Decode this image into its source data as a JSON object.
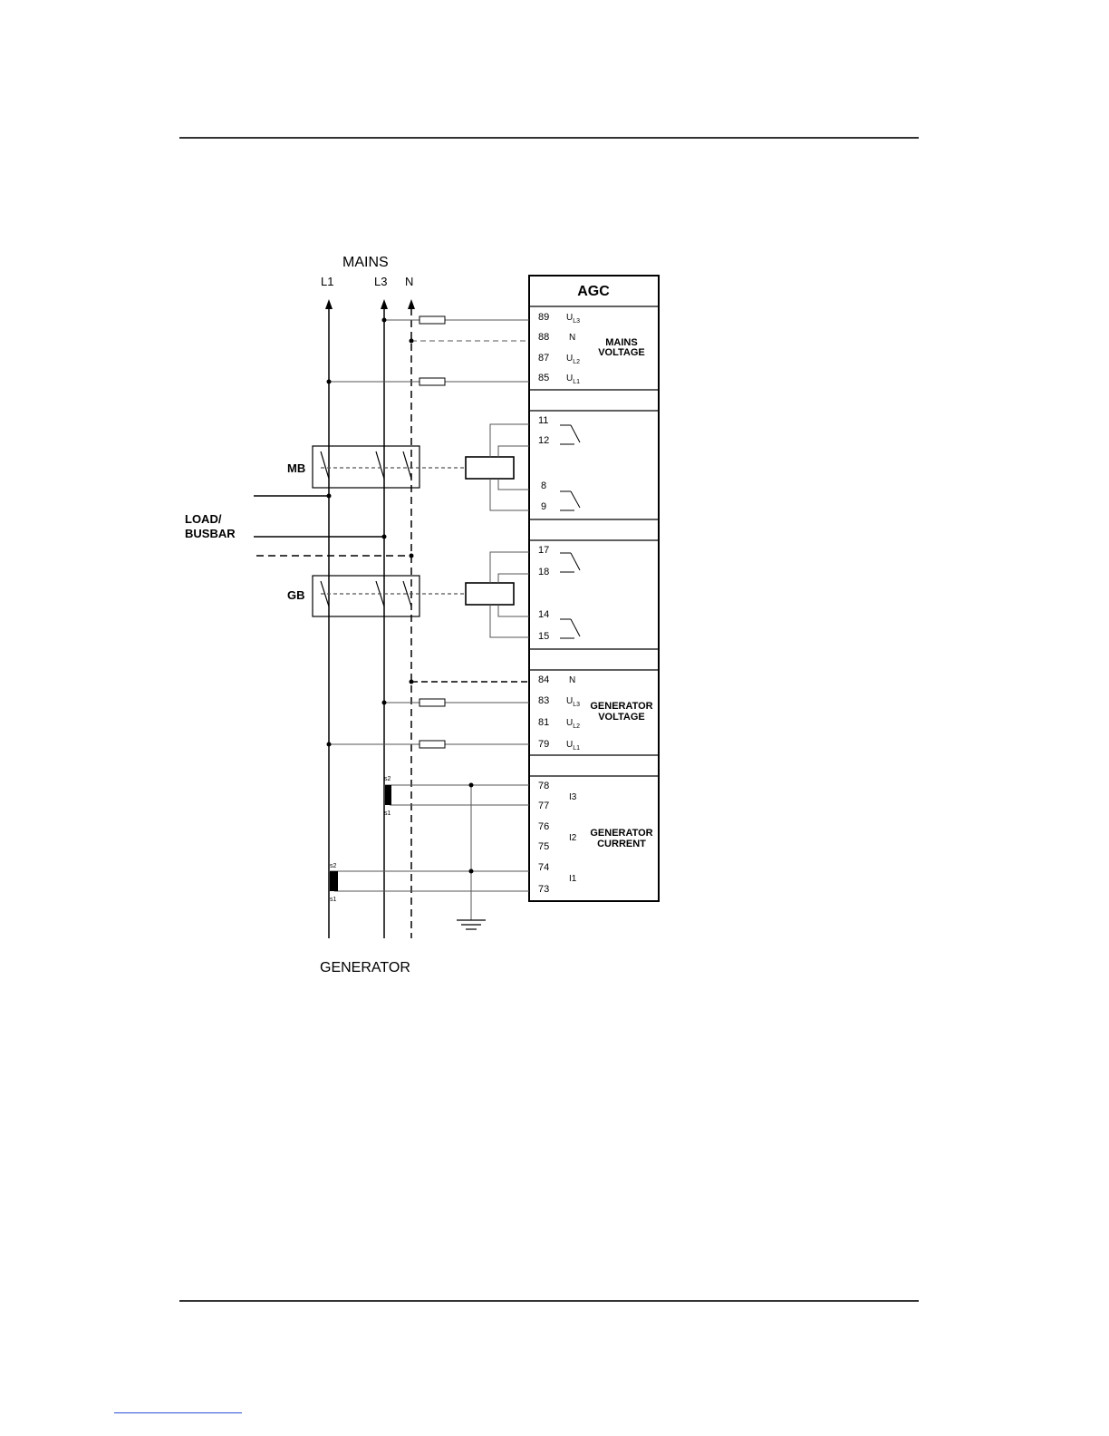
{
  "header": {},
  "diagram": {
    "mains_label": "MAINS",
    "generator_label": "GENERATOR",
    "phases": {
      "l1": "L1",
      "l3": "L3",
      "n": "N"
    },
    "load_label": [
      "LOAD/",
      "BUSBAR"
    ],
    "mb_label": "MB",
    "gb_label": "GB",
    "agc_title": "AGC",
    "mains_voltage": {
      "title": [
        "MAINS",
        "VOLTAGE"
      ],
      "terminals": [
        {
          "num": "89",
          "sig": "U",
          "sub": "L3"
        },
        {
          "num": "88",
          "sig": "N",
          "sub": ""
        },
        {
          "num": "87",
          "sig": "U",
          "sub": "L2"
        },
        {
          "num": "85",
          "sig": "U",
          "sub": "L1"
        }
      ]
    },
    "mb_relays": [
      "11",
      "12",
      "8",
      "9"
    ],
    "gb_relays": [
      "17",
      "18",
      "14",
      "15"
    ],
    "generator_voltage": {
      "title": [
        "GENERATOR",
        "VOLTAGE"
      ],
      "terminals": [
        {
          "num": "84",
          "sig": "N",
          "sub": ""
        },
        {
          "num": "83",
          "sig": "U",
          "sub": "L3"
        },
        {
          "num": "81",
          "sig": "U",
          "sub": "L2"
        },
        {
          "num": "79",
          "sig": "U",
          "sub": "L1"
        }
      ]
    },
    "generator_current": {
      "title": [
        "GENERATOR",
        "CURRENT"
      ],
      "terminals": [
        "78",
        "77",
        "76",
        "75",
        "74",
        "73"
      ],
      "signals": [
        "I3",
        "I2",
        "I1"
      ],
      "ct_marks": [
        "s2",
        "s1"
      ]
    }
  }
}
